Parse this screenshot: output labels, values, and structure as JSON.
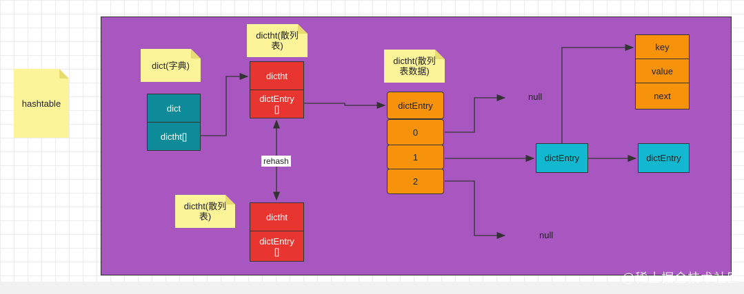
{
  "notes": {
    "hashtable": "hashtable",
    "dict": "dict(字典)",
    "dictht_top": "dictht(散列表)",
    "dictht_table": "dictht(散列表数据)",
    "dictht_bottom": "dictht(散列表)"
  },
  "dict_struct": {
    "title": "dict",
    "field": "dictht[]"
  },
  "dictht_top": {
    "title": "dictht",
    "field": "dictEntry\n[]"
  },
  "dictht_bottom": {
    "title": "dictht",
    "field": "dictEntry\n[]"
  },
  "rehash_label": "rehash",
  "table": {
    "header": "dictEntry",
    "slots": [
      "0",
      "1",
      "2"
    ]
  },
  "null_labels": [
    "null",
    "null"
  ],
  "entries": [
    "dictEntry",
    "dictEntry"
  ],
  "entry_fields": [
    "key",
    "value",
    "next"
  ],
  "watermark": "@稀土掘金技术社区",
  "colors": {
    "canvas": "#a857c0",
    "dict": "#0e8b98",
    "dictht": "#e8352f",
    "table": "#f7930a",
    "entry": "#11b8cf",
    "note": "#fdf49a"
  }
}
